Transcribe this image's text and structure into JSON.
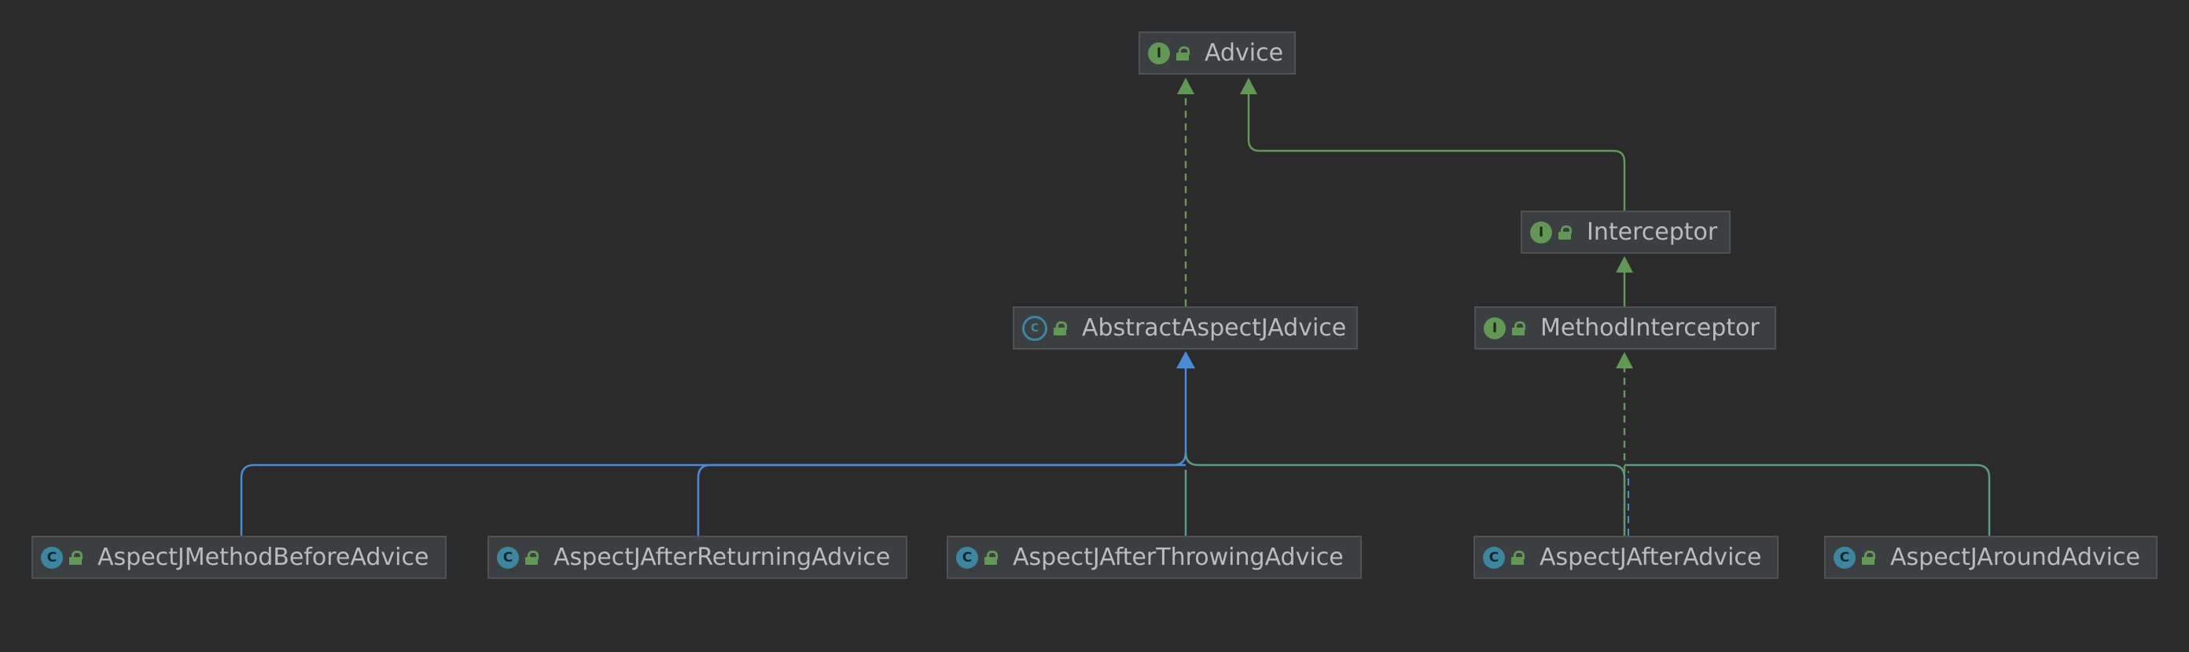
{
  "diagram": {
    "colors": {
      "background": "#2b2b2b",
      "implements_edge": "#629755",
      "extends_edge": "#4a8ad6",
      "node_fill": "#3c3f41",
      "node_border": "#4e5254"
    },
    "nodes": {
      "advice": {
        "label": "Advice",
        "kind": "interface",
        "kind_glyph": "I"
      },
      "interceptor": {
        "label": "Interceptor",
        "kind": "interface",
        "kind_glyph": "I"
      },
      "abstract_aspectj_advice": {
        "label": "AbstractAspectJAdvice",
        "kind": "abstract-class",
        "kind_glyph": "C"
      },
      "method_interceptor": {
        "label": "MethodInterceptor",
        "kind": "interface",
        "kind_glyph": "I"
      },
      "method_before_advice": {
        "label": "AspectJMethodBeforeAdvice",
        "kind": "class",
        "kind_glyph": "C"
      },
      "after_returning_advice": {
        "label": "AspectJAfterReturningAdvice",
        "kind": "class",
        "kind_glyph": "C"
      },
      "after_throwing_advice": {
        "label": "AspectJAfterThrowingAdvice",
        "kind": "class",
        "kind_glyph": "C"
      },
      "after_advice": {
        "label": "AspectJAfterAdvice",
        "kind": "class",
        "kind_glyph": "C"
      },
      "around_advice": {
        "label": "AspectJAroundAdvice",
        "kind": "class",
        "kind_glyph": "C"
      }
    },
    "edges": [
      {
        "from": "abstract_aspectj_advice",
        "to": "advice",
        "relation": "implements"
      },
      {
        "from": "interceptor",
        "to": "advice",
        "relation": "extends-interface"
      },
      {
        "from": "method_interceptor",
        "to": "interceptor",
        "relation": "extends-interface"
      },
      {
        "from": "method_before_advice",
        "to": "abstract_aspectj_advice",
        "relation": "extends"
      },
      {
        "from": "after_returning_advice",
        "to": "abstract_aspectj_advice",
        "relation": "extends"
      },
      {
        "from": "after_throwing_advice",
        "to": "abstract_aspectj_advice",
        "relation": "extends"
      },
      {
        "from": "after_advice",
        "to": "abstract_aspectj_advice",
        "relation": "extends"
      },
      {
        "from": "around_advice",
        "to": "abstract_aspectj_advice",
        "relation": "extends"
      },
      {
        "from": "after_throwing_advice",
        "to": "method_interceptor",
        "relation": "implements"
      },
      {
        "from": "after_advice",
        "to": "method_interceptor",
        "relation": "implements"
      },
      {
        "from": "around_advice",
        "to": "method_interceptor",
        "relation": "implements"
      }
    ]
  }
}
